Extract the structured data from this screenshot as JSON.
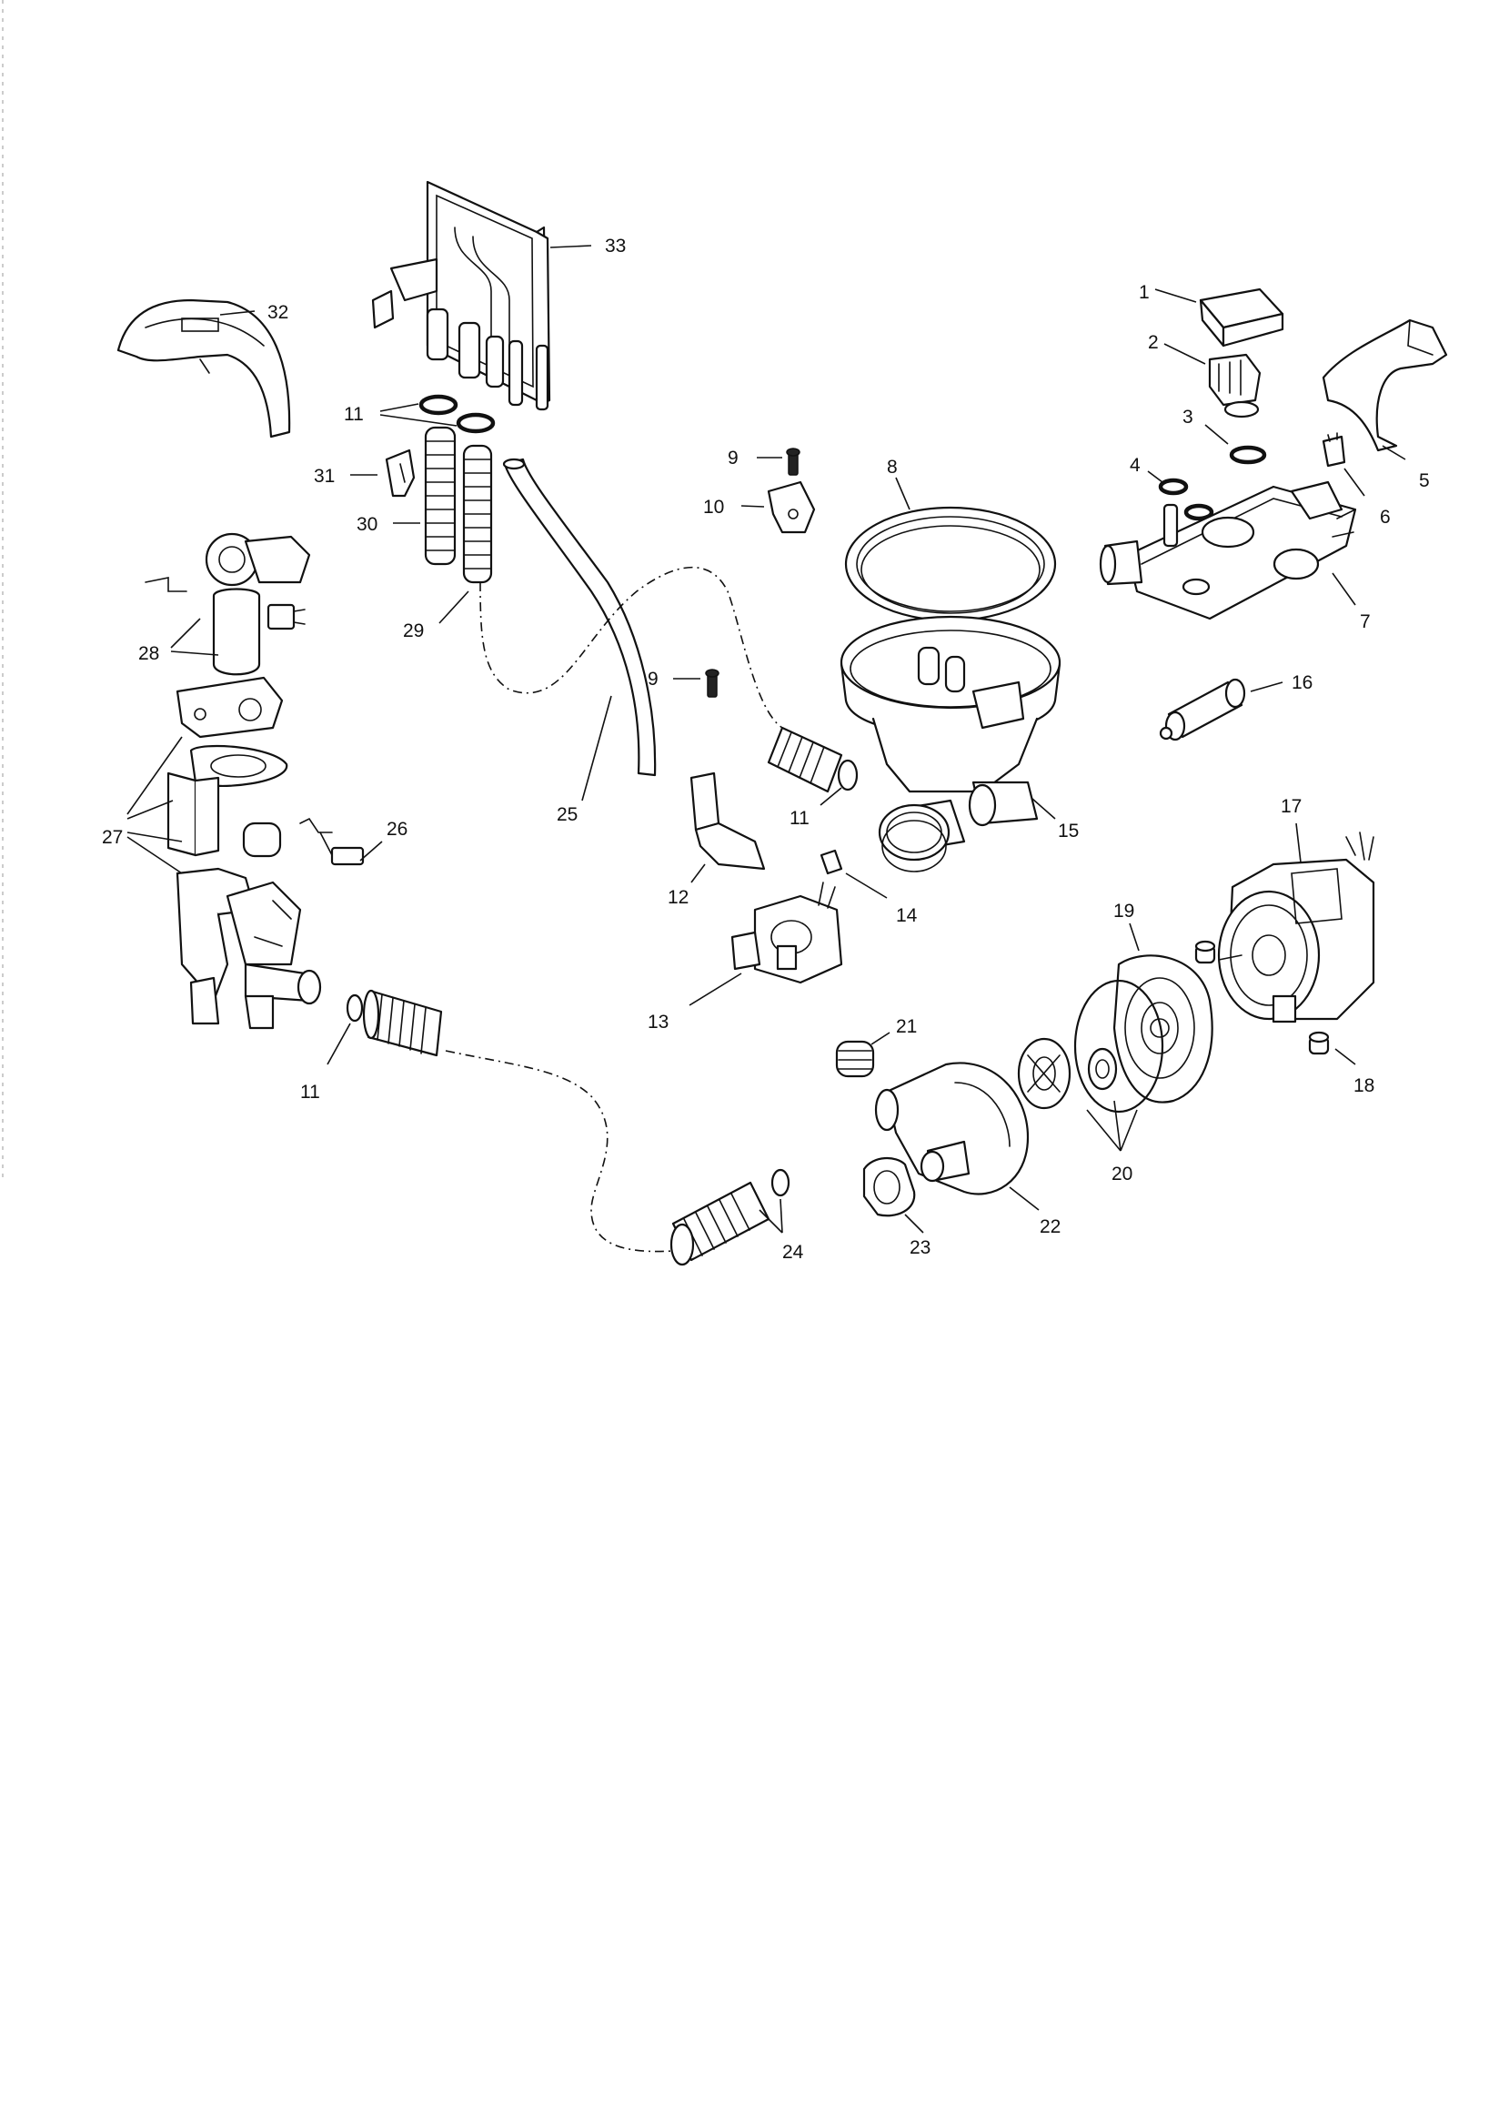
{
  "callouts": {
    "c1": "1",
    "c2": "2",
    "c3": "3",
    "c4": "4",
    "c5": "5",
    "c6": "6",
    "c7": "7",
    "c8": "8",
    "c9a": "9",
    "c9b": "9",
    "c10": "10",
    "c11a": "11",
    "c11b": "11",
    "c11c": "11",
    "c12": "12",
    "c13": "13",
    "c14": "14",
    "c15": "15",
    "c16": "16",
    "c17": "17",
    "c18": "18",
    "c19": "19",
    "c20": "20",
    "c21": "21",
    "c22": "22",
    "c23": "23",
    "c24": "24",
    "c25": "25",
    "c26": "26",
    "c27": "27",
    "c28": "28",
    "c29": "29",
    "c30": "30",
    "c31": "31",
    "c32": "32",
    "c33": "33"
  }
}
